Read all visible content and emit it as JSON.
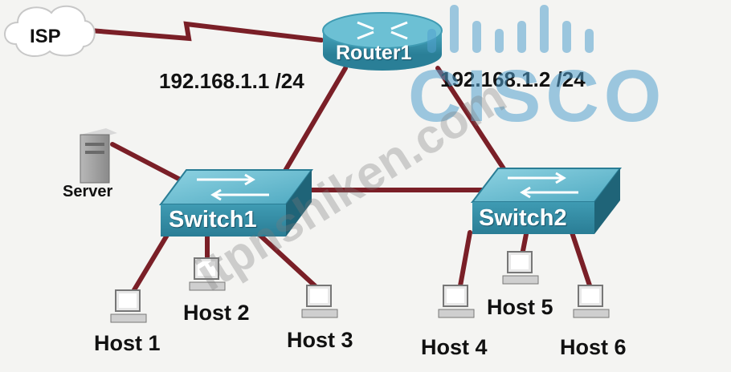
{
  "diagram": {
    "isp_label": "ISP",
    "router_label": "Router1",
    "router_ip_left": "192.168.1.1 /24",
    "router_ip_right": "192.168.1.2 /24",
    "server_label": "Server",
    "switch1_label": "Switch1",
    "switch2_label": "Switch2",
    "hosts": [
      "Host 1",
      "Host 2",
      "Host 3",
      "Host 4",
      "Host 5",
      "Host 6"
    ]
  },
  "logo": {
    "brand_text": "CISCO",
    "color": "#52a0cd"
  },
  "watermark": {
    "text": "itpnshiken.com"
  },
  "colors": {
    "link": "#7a1f27",
    "device_teal": "#3f9bb3",
    "device_top": "#6cc0d4",
    "device_dark": "#1f6478"
  }
}
